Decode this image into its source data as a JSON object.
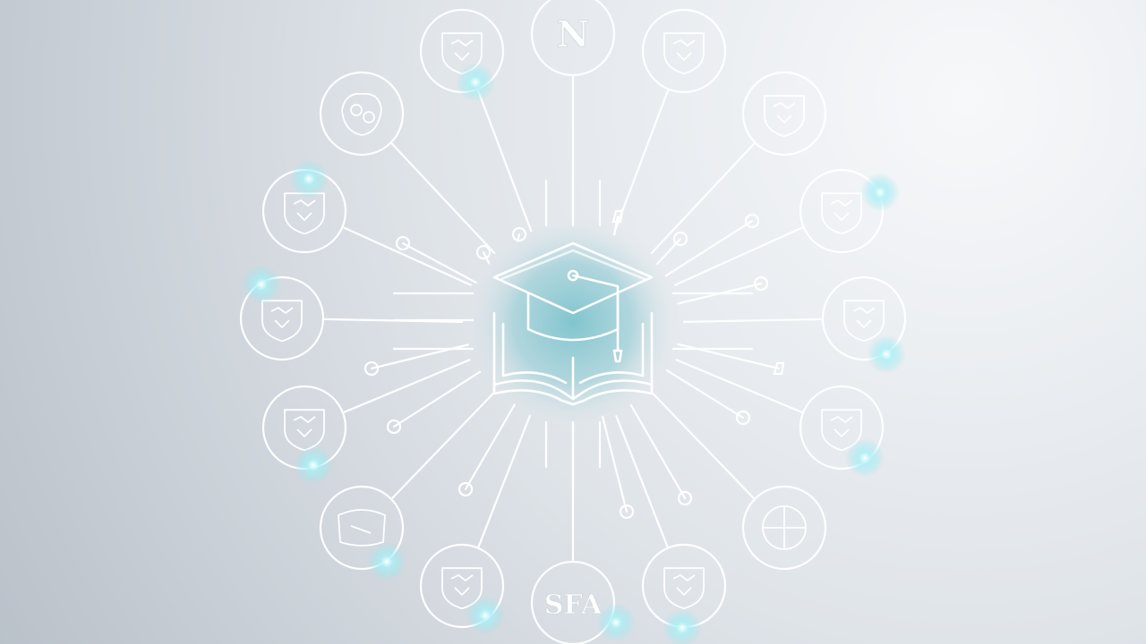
{
  "colors": {
    "background_light": "#f4f6f8",
    "background_mid": "#dde2e8",
    "background_dark": "#b9c1c9",
    "line": "#ffffff",
    "glow": "#8fe6ef",
    "center_fill": "#6fb6c2"
  },
  "center_icon": "graduation-cap-on-open-book-icon",
  "emblems": [
    {
      "name": "emblem-top-n",
      "icon": "letter-emblem-icon",
      "text": "N"
    },
    {
      "name": "emblem-top-right-1",
      "icon": "shield-crest-icon",
      "text": ""
    },
    {
      "name": "emblem-top-right-2",
      "icon": "shield-crest-icon",
      "text": ""
    },
    {
      "name": "emblem-right-1",
      "icon": "shield-crest-icon",
      "text": ""
    },
    {
      "name": "emblem-right-2",
      "icon": "shield-crest-icon",
      "text": ""
    },
    {
      "name": "emblem-right-3",
      "icon": "shield-crest-icon",
      "text": ""
    },
    {
      "name": "emblem-bottom-right-1",
      "icon": "quartered-shield-icon",
      "text": ""
    },
    {
      "name": "emblem-bottom-right-2",
      "icon": "shield-crest-icon",
      "text": ""
    },
    {
      "name": "emblem-bottom-sfa",
      "icon": "letter-emblem-icon",
      "text": "SFA"
    },
    {
      "name": "emblem-bottom-left-1",
      "icon": "shield-crest-icon",
      "text": ""
    },
    {
      "name": "emblem-bottom-left-2",
      "icon": "banner-crest-icon",
      "text": ""
    },
    {
      "name": "emblem-left-1",
      "icon": "shield-crest-icon",
      "text": ""
    },
    {
      "name": "emblem-left-2",
      "icon": "shield-crest-icon",
      "text": ""
    },
    {
      "name": "emblem-left-3",
      "icon": "shield-crest-icon",
      "text": ""
    },
    {
      "name": "emblem-top-left-1",
      "icon": "crest-icon",
      "text": ""
    },
    {
      "name": "emblem-top-left-2",
      "icon": "shield-crest-icon",
      "text": ""
    }
  ]
}
